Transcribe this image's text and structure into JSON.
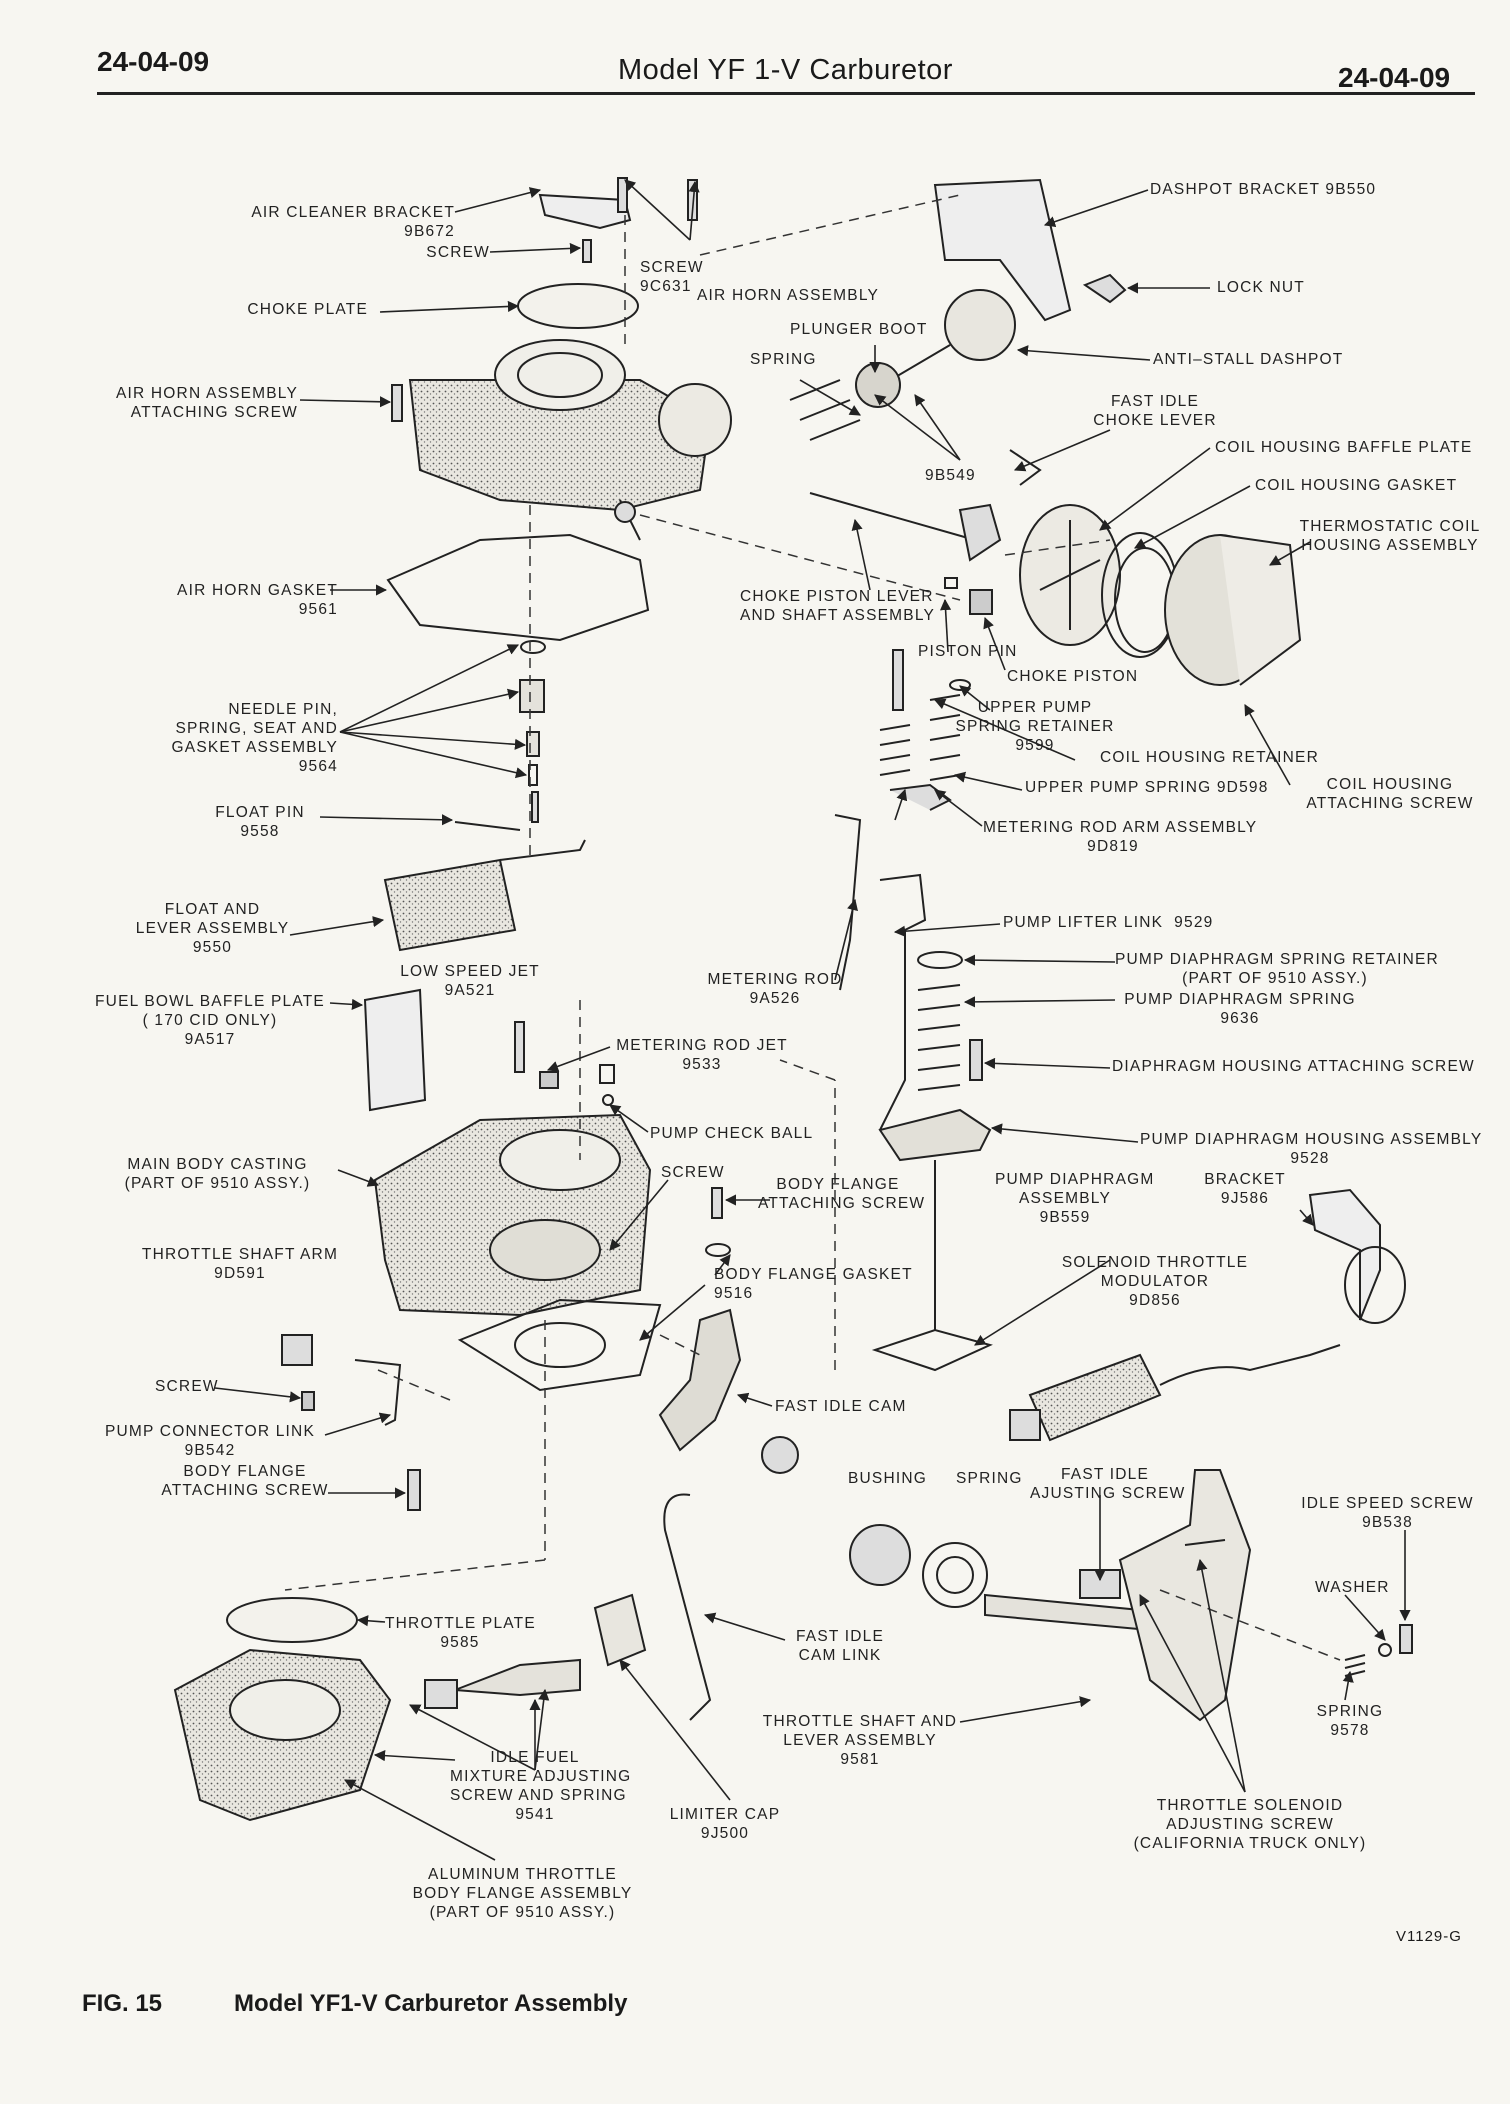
{
  "header": {
    "page_left": "24-04-09",
    "title": "Model YF  1-V Carburetor",
    "page_right": "24-04-09"
  },
  "labels": {
    "air_cleaner_bracket": "AIR CLEANER BRACKET\n9B672",
    "screw_top": "SCREW",
    "screw_9c631": "SCREW\n9C631",
    "air_horn_assembly": "AIR HORN ASSEMBLY",
    "choke_plate": "CHOKE PLATE",
    "air_horn_attaching_screw": "AIR HORN ASSEMBLY\nATTACHING SCREW",
    "dashpot_bracket": "DASHPOT BRACKET 9B550",
    "lock_nut": "LOCK NUT",
    "plunger_boot": "PLUNGER BOOT",
    "spring_dashpot": "SPRING",
    "anti_stall_dashpot": "ANTI–STALL DASHPOT",
    "fast_idle_choke_lever": "FAST IDLE\nCHOKE LEVER",
    "coil_housing_baffle_plate": "COIL HOUSING BAFFLE PLATE",
    "coil_housing_gasket": "COIL HOUSING GASKET",
    "thermostatic_coil": "THERMOSTATIC COIL\nHOUSING ASSEMBLY",
    "part_9b549": "9B549",
    "air_horn_gasket": "AIR HORN GASKET\n9561",
    "choke_piston_lever": "CHOKE PISTON LEVER\nAND SHAFT ASSEMBLY",
    "piston_pin": "PISTON PIN",
    "choke_piston": "CHOKE PISTON",
    "needle_pin": "NEEDLE PIN,\nSPRING, SEAT AND\nGASKET ASSEMBLY\n9564",
    "upper_pump_spring_retainer": "UPPER PUMP\nSPRING RETAINER\n9599",
    "coil_housing_retainer": "COIL HOUSING RETAINER",
    "upper_pump_spring": "UPPER PUMP SPRING 9D598",
    "coil_housing_attaching_screw": "COIL HOUSING\nATTACHING SCREW",
    "float_pin": "FLOAT PIN\n9558",
    "metering_rod_arm": "METERING ROD ARM ASSEMBLY\n9D819",
    "float_and_lever": "FLOAT AND\nLEVER ASSEMBLY\n9550",
    "pump_lifter_link": "PUMP LIFTER LINK  9529",
    "low_speed_jet": "LOW SPEED JET\n9A521",
    "metering_rod": "METERING ROD\n9A526",
    "pump_diaphragm_spring_retainer": "PUMP DIAPHRAGM SPRING RETAINER\n(PART OF 9510 ASSY.)",
    "pump_diaphragm_spring": "PUMP DIAPHRAGM SPRING\n9636",
    "fuel_bowl_baffle_plate": "FUEL BOWL BAFFLE PLATE\n( 170 CID ONLY)\n9A517",
    "metering_rod_jet": "METERING ROD JET\n9533",
    "diaphragm_housing_screw": "DIAPHRAGM HOUSING ATTACHING SCREW",
    "pump_check_ball": "PUMP CHECK BALL",
    "pump_diaphragm_housing": "PUMP DIAPHRAGM HOUSING ASSEMBLY\n9528",
    "main_body_casting": "MAIN BODY CASTING\n(PART OF 9510 ASSY.)",
    "screw_body": "SCREW",
    "body_flange_attaching_screw_upper": "BODY FLANGE\nATTACHING SCREW",
    "pump_diaphragm_assembly": "PUMP DIAPHRAGM\nASSEMBLY\n9B559",
    "bracket_9j586": "BRACKET\n9J586",
    "throttle_shaft_arm": "THROTTLE SHAFT ARM\n9D591",
    "body_flange_gasket": "BODY FLANGE GASKET\n9516",
    "solenoid_throttle_modulator": "SOLENOID THROTTLE\nMODULATOR\n9D856",
    "screw_left": "SCREW",
    "fast_idle_cam": "FAST IDLE CAM",
    "pump_connector_link": "PUMP CONNECTOR LINK\n9B542",
    "body_flange_attaching_screw_lower": "BODY FLANGE\nATTACHING SCREW",
    "bushing": "BUSHING",
    "spring_lower": "SPRING",
    "fast_idle_adjusting_screw": "FAST IDLE\nAJUSTING SCREW",
    "idle_speed_screw": "IDLE SPEED SCREW\n9B538",
    "washer": "WASHER",
    "throttle_plate": "THROTTLE PLATE\n9585",
    "fast_idle_cam_link": "FAST IDLE\nCAM LINK",
    "throttle_shaft_lever": "THROTTLE SHAFT AND\nLEVER ASSEMBLY\n9581",
    "spring_9578": "SPRING\n9578",
    "idle_fuel_mixture": "IDLE FUEL\nMIXTURE ADJUSTING\nSCREW AND SPRING\n9541",
    "limiter_cap": "LIMITER CAP\n9J500",
    "throttle_solenoid_adjusting": "THROTTLE SOLENOID\nADJUSTING SCREW\n(CALIFORNIA TRUCK ONLY)",
    "aluminum_throttle_body": "ALUMINUM THROTTLE\nBODY FLANGE ASSEMBLY\n(PART OF 9510 ASSY.)"
  },
  "footer": {
    "figure_number": "FIG. 15",
    "caption": "Model YF1-V Carburetor Assembly",
    "drawing_code": "V1129-G"
  }
}
